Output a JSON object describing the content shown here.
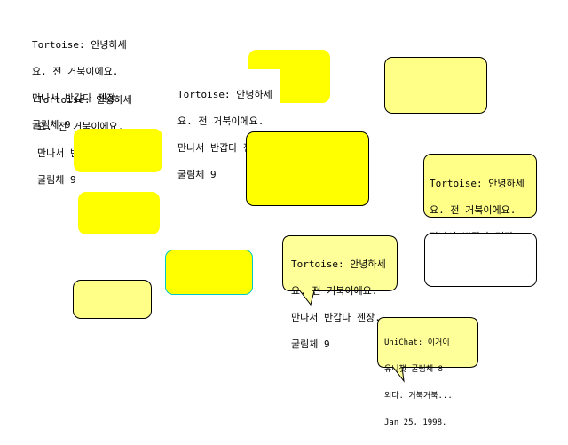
{
  "colors": {
    "bright_yellow": "#ffff00",
    "pale_yellow": "#ffff88",
    "balloon_fill": "#ffff99",
    "white": "#ffffff",
    "cyan_border": "#00c8c8",
    "outline": "#000000"
  },
  "tortoise_message": {
    "line1": "Tortoise: 안녕하세",
    "line2": "요. 전 거북이에요.",
    "line3": "만나서 반갑다 젠장.",
    "line4": "굴림체 9"
  },
  "unichat_message": {
    "line1": "UniChat: 이거이",
    "line2": "유니챗 굴림체 8",
    "line3": "외다. 거북거북...",
    "line4": "Jan 25, 1998."
  }
}
